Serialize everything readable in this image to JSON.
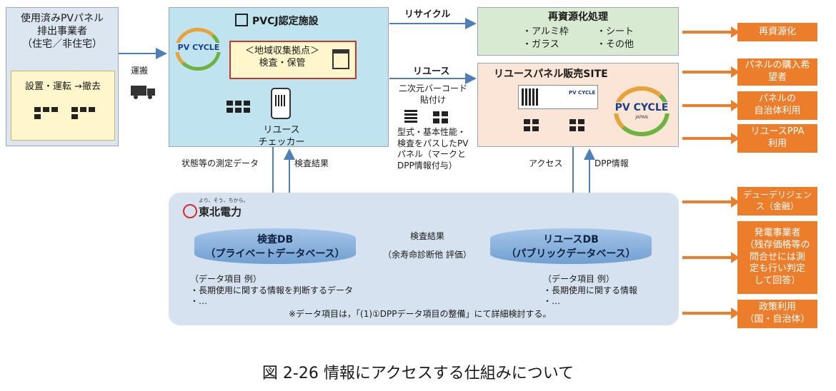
{
  "left_box": {
    "title_lines": [
      "使用済みPVパネル",
      "排出事業者",
      "（住宅／非住宅）"
    ],
    "inner_label": "設置・運転 →撤去"
  },
  "transport_label": "運搬",
  "pvcj": {
    "title": "PVCJ認定施設",
    "hub_line1": "＜地域収集拠点＞",
    "hub_line2": "検査・保管",
    "checker_line1": "リユース",
    "checker_line2": "チェッカー",
    "logo_text": "PV CYCLE"
  },
  "recycle_label": "リサイクル",
  "reuse_label": "リユース",
  "qr_caption": [
    "二次元バーコード",
    "貼付け"
  ],
  "type_caption": [
    "型式・基本性能・",
    "検査をパスしたPV",
    "パネル（マークと",
    "DPP情報付与）"
  ],
  "recycling_box": {
    "title": "再資源化処理",
    "items": [
      "・アルミ枠",
      "・シート",
      "・ガラス",
      "・その他"
    ]
  },
  "reuse_site": {
    "title": "リユースパネル販売SITE",
    "logo_text": "PV CYCLE",
    "logo_sub": "JAPAN",
    "label_logo": "PV CYCLE"
  },
  "labels": {
    "measurement": "状態等の測定データ",
    "inspection_result": "検査結果",
    "access": "アクセス",
    "dpp_info": "DPP情報",
    "mid_result": "検査結果",
    "mid_result_sub": "（余寿命診断他 評価）"
  },
  "tohoku": {
    "tagline": "より、そう、ちから。",
    "name": "東北電力"
  },
  "db_left": {
    "line1": "検査DB",
    "line2": "（プライベートデータベース）",
    "items": [
      "（データ項目 例）",
      "・長期使用に関する情報を判断するデータ",
      "・…"
    ]
  },
  "db_right": {
    "line1": "リユースDB",
    "line2": "（パブリックデータベース）",
    "items": [
      "（データ項目 例）",
      "・長期使用に関する情報",
      "・…"
    ]
  },
  "footnote": "※データ項目は，「(1)①DPPデータ項目の整備」にて詳細検討する。",
  "outcomes": [
    "再資源化",
    "パネルの購入希望者",
    "パネルの自治体利用",
    "リユースPPA利用",
    "デューデリジェンス（金融）",
    "発電事業者（残存価格等の問合せには測定も行い判定して回答）",
    "政策利用（国・自治体）"
  ],
  "outcome_lines": [
    [
      "再資源化"
    ],
    [
      "パネルの購入希",
      "望者"
    ],
    [
      "パネルの",
      "自治体利用"
    ],
    [
      "リユースPPA",
      "利用"
    ],
    [
      "デューデリジェン",
      "ス（金融）"
    ],
    [
      "発電事業者",
      "（残存価格等の",
      "問合せには測",
      "定も行い判定",
      "して回答）"
    ],
    [
      "政策利用",
      "（国・自治体）"
    ]
  ],
  "caption": "図  2-26  情報にアクセスする仕組みについて",
  "colors": {
    "light_blue": "#bfe3ef",
    "light_green": "#d9ead3",
    "light_peach": "#fbe5d6",
    "orange": "#ec7d2b",
    "arrow": "#4f7fb8",
    "base_panel": "#d6e2ef",
    "yellow": "#fff6cc"
  }
}
